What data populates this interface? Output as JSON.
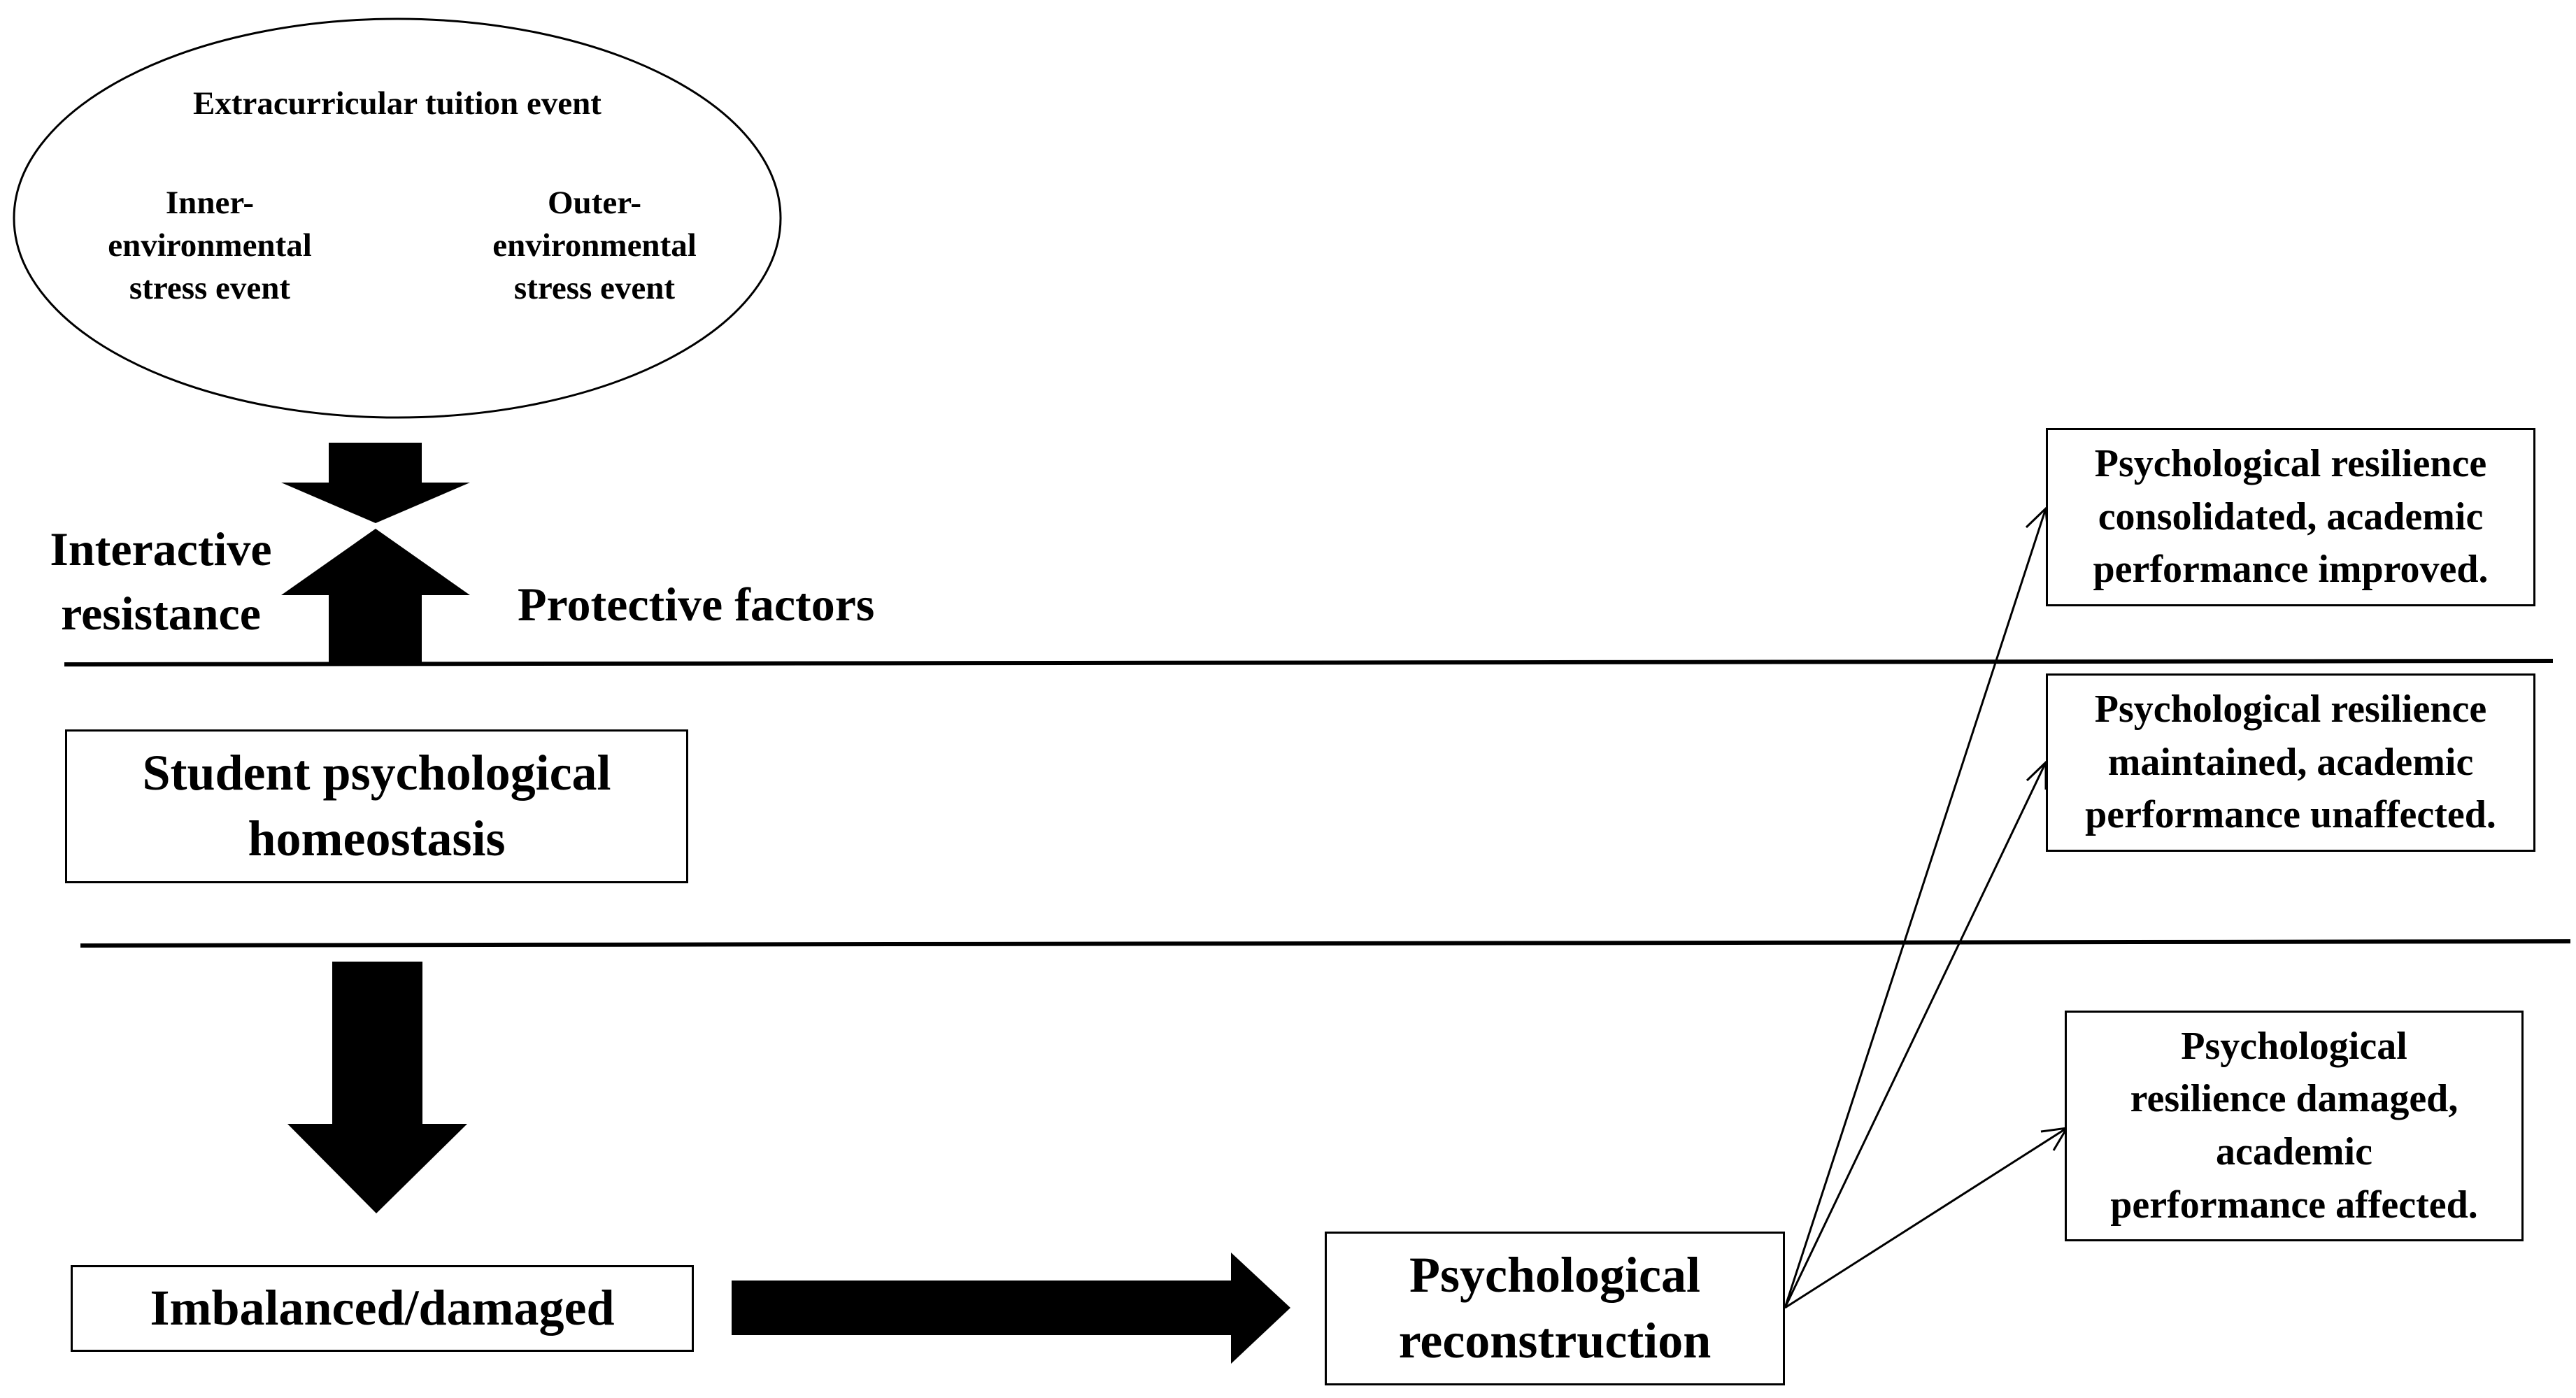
{
  "event": {
    "title": "Extracurricular tuition event",
    "inner": "Inner-\nenvironmental\nstress event",
    "outer": "Outer-\nenvironmental\nstress event"
  },
  "labels": {
    "interactive": "Interactive\nresistance",
    "protective": "Protective factors"
  },
  "boxes": {
    "homeostasis": "Student psychological\nhomeostasis",
    "imbalanced": "Imbalanced/damaged",
    "reconstruction": "Psychological\nreconstruction"
  },
  "outcomes": {
    "consolidated": "Psychological resilience\nconsolidated, academic\nperformance improved.",
    "maintained": "Psychological resilience\nmaintained, academic\nperformance unaffected.",
    "damaged": "Psychological\nresilience damaged,\nacademic\nperformance affected."
  }
}
